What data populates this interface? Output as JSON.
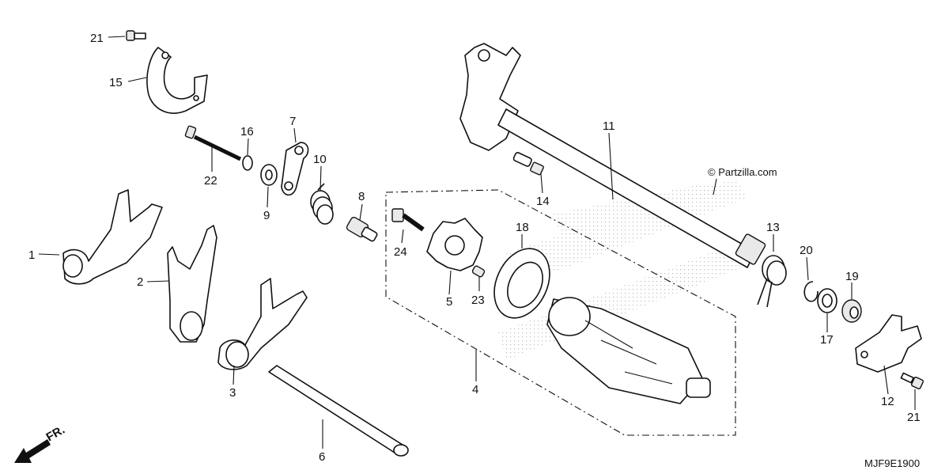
{
  "diagram": {
    "watermark": "© Partzilla.com",
    "code": "MJF9E1900",
    "front_arrow_label": "FR.",
    "callouts": {
      "c1": "1",
      "c2": "2",
      "c3": "3",
      "c4": "4",
      "c5": "5",
      "c6": "6",
      "c7": "7",
      "c8": "8",
      "c9": "9",
      "c10": "10",
      "c11": "11",
      "c12": "12",
      "c13": "13",
      "c14": "14",
      "c15": "15",
      "c16": "16",
      "c17": "17",
      "c18": "18",
      "c19": "19",
      "c20": "20",
      "c21a": "21",
      "c21b": "21",
      "c22": "22",
      "c23": "23",
      "c24": "24"
    }
  }
}
